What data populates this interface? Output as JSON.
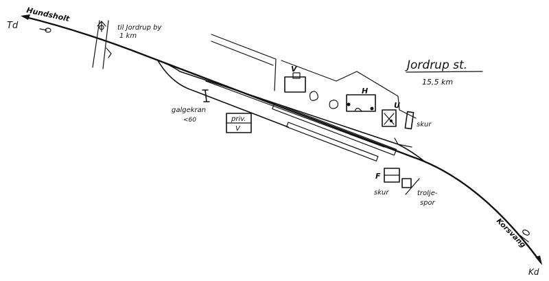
{
  "diagram": {
    "station_name": "Jordrup st.",
    "distance": "15,5 km",
    "ends": {
      "left_code": "Td",
      "left_direction": "Hundsholt",
      "right_code": "Kd",
      "right_direction": "Korsvang"
    },
    "road_note_line1": "til Jordrup by",
    "road_note_line2": "1 km",
    "labels": {
      "crane_line1": "galgekran",
      "crane_line2": "<60",
      "private_line1": "priv.",
      "private_line2": "V",
      "station_building": "H",
      "v_building": "V",
      "u_building": "U",
      "f_building": "F",
      "shed_right": "skur",
      "shed_lower": "skur",
      "trolley_line1": "trolje-",
      "trolley_line2": "spor"
    }
  }
}
